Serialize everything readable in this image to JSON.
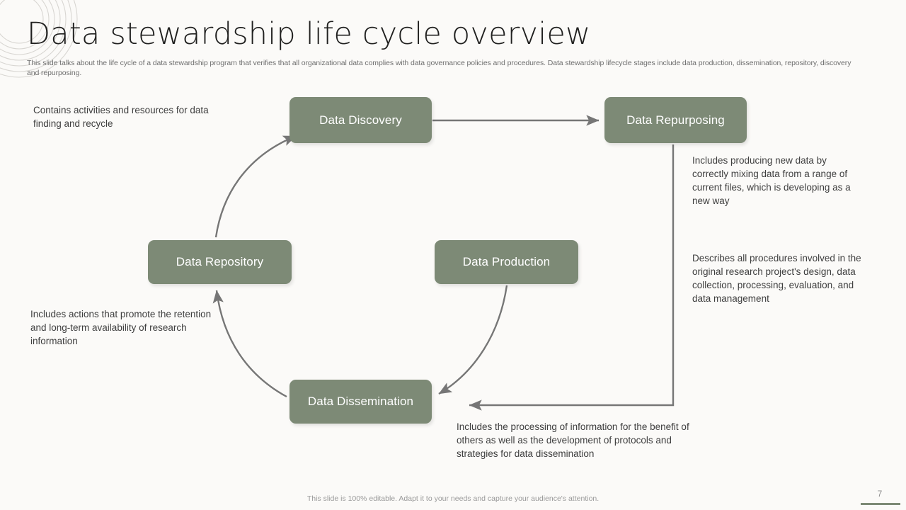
{
  "slide": {
    "title": "Data stewardship life cycle overview",
    "subtitle": "This slide talks about the life cycle of a data stewardship program that verifies that all organizational data complies with data governance policies and procedures. Data stewardship lifecycle stages include data production, dissemination, repository, discovery and repurposing.",
    "footer_note": "This slide is 100% editable. Adapt it to your needs and capture your audience's attention.",
    "page_number": "7",
    "background_color": "#fbfaf8",
    "accent_color": "#7d8a76",
    "connector_color": "#767676",
    "title_color": "#20201f"
  },
  "nodes": [
    {
      "id": "discovery",
      "label": "Data Discovery"
    },
    {
      "id": "repurposing",
      "label": "Data Repurposing"
    },
    {
      "id": "repository",
      "label": "Data Repository"
    },
    {
      "id": "production",
      "label": "Data Production"
    },
    {
      "id": "dissemination",
      "label": "Data Dissemination"
    }
  ],
  "annotations": [
    {
      "id": "discovery",
      "text": "Contains activities and resources for data finding and recycle"
    },
    {
      "id": "repurposing",
      "text": "Includes producing new data by correctly mixing data from a range of current files, which is developing as a new way"
    },
    {
      "id": "production",
      "text": "Describes all procedures involved in the original research project's design, data collection, processing, evaluation, and data management"
    },
    {
      "id": "repository",
      "text": "Includes actions that promote the retention and long-term availability of research information"
    },
    {
      "id": "dissemination",
      "text": "Includes the processing of information for the benefit of others as well as the development of protocols and strategies for data dissemination"
    }
  ]
}
